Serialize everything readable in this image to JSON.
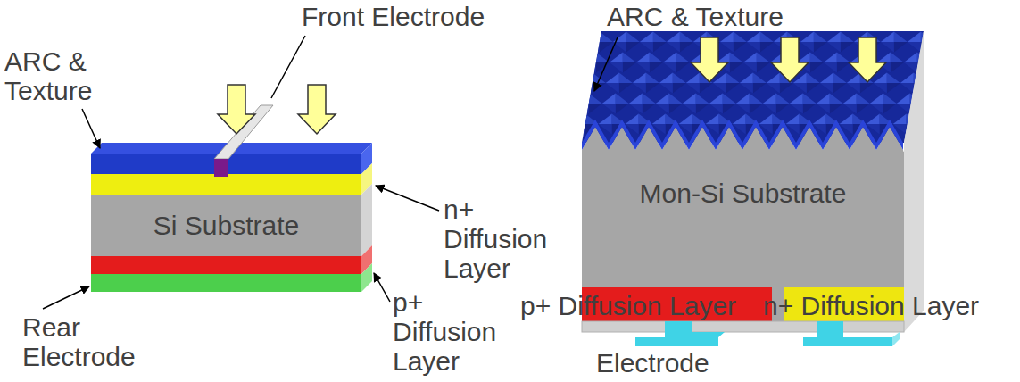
{
  "diagram": {
    "nodes": [
      {
        "text": [
          "Si Substrate"
        ]
      },
      {
        "text": [
          "Mon-Si Substrate"
        ]
      }
    ],
    "labels": [
      "ARC & Texture",
      "Front Electrode",
      "n+ Diffusion Layer",
      "p+ Diffusion Layer",
      "Rear Electrode",
      "ARC & Texture",
      "p+ Diffusion Layer",
      "n+ Diffusion Layer",
      "Electrode"
    ]
  }
}
